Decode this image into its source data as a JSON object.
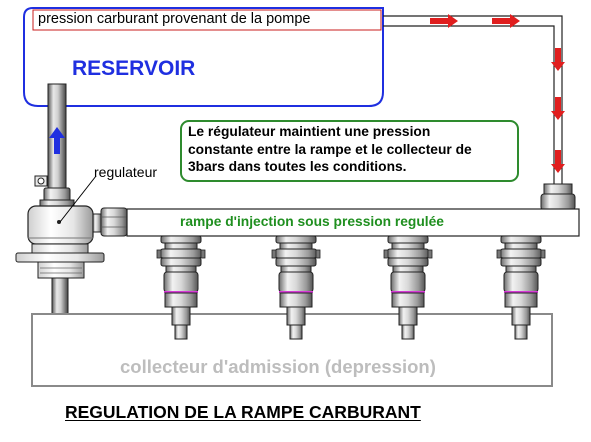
{
  "labels": {
    "pump_pressure": "pression carburant provenant de la pompe",
    "reservoir": "RESERVOIR",
    "regulator": "regulateur",
    "note": "Le régulateur maintient une pression\nconstante entre la rampe et le collecteur de\n3bars dans toutes les conditions.",
    "rail": "rampe d'injection sous pression regulée",
    "manifold": "collecteur d'admission (depression)",
    "title": "REGULATION DE LA RAMPE CARBURANT"
  },
  "colors": {
    "reservoir_outline": "#1f2fe0",
    "reservoir_text": "#1f2fe0",
    "pump_label_border": "#c81e1e",
    "flow_arrow": "#e01e1e",
    "return_arrow": "#1f2fe0",
    "note_border": "#2e8b2e",
    "rail_text": "#1f8f1f",
    "manifold_text": "#bdbdbd",
    "manifold_outline": "#8a8a8a",
    "injector_seal": "#d63ad6"
  },
  "injector_count": 4
}
